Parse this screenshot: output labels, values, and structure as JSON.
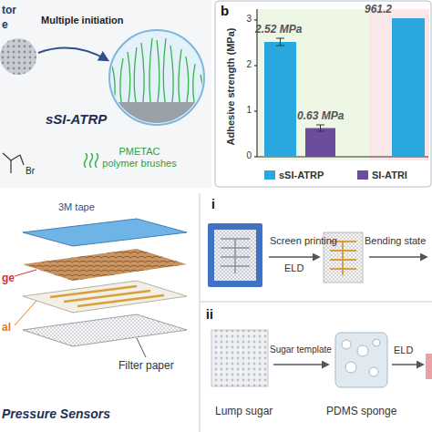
{
  "diagram": {
    "labels": [
      "tor",
      "e",
      "Multiple initiation",
      "sSI-ATRP",
      "PMETAC polymer brushes",
      "Br",
      "b",
      "Adhesive strength (MPa)",
      "2.52 MPa",
      "0.63 MPa",
      "961.2",
      "0",
      "1",
      "2",
      "3",
      "3M tape",
      "ge",
      "al",
      "Filter paper",
      "Pressure Sensors",
      "i",
      "Screen printing",
      "ELD",
      "Bending state",
      "ii",
      "Lump sugar",
      "Sugar template",
      "PDMS sponge",
      "ELD"
    ],
    "legend": [
      {
        "text": "sSI-ATRP",
        "color": "#2aa7df"
      },
      {
        "text": "SI-ATRI",
        "color": "#6b4d9e"
      }
    ]
  }
}
